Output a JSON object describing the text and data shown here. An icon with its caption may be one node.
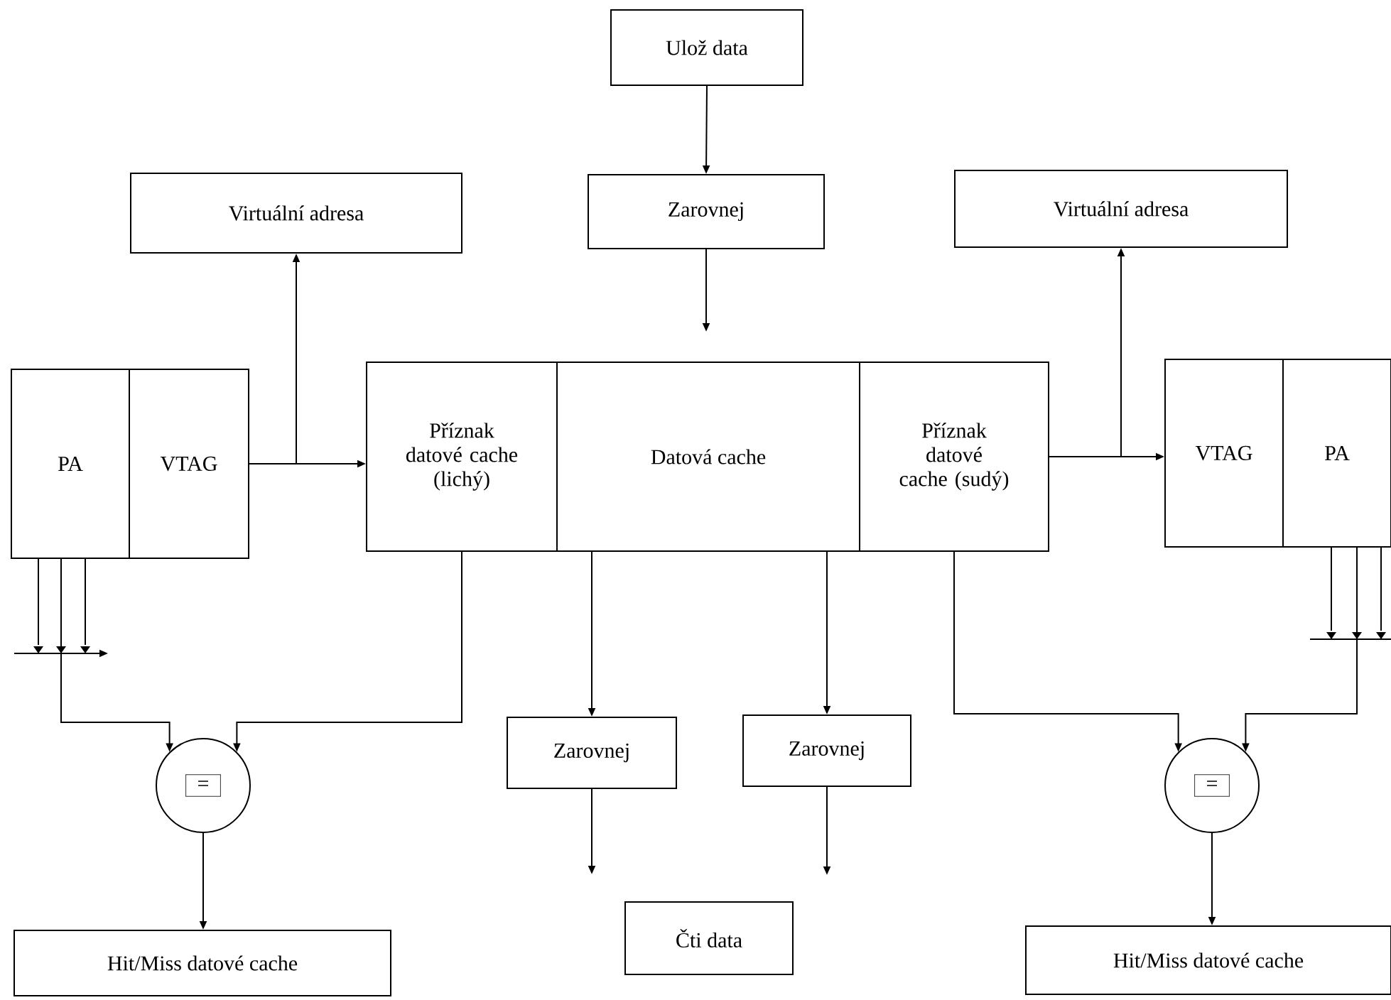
{
  "diagram": {
    "nodes": [
      {
        "text": [
          "Ulož data"
        ]
      },
      {
        "text": [
          "Zarovnej"
        ]
      },
      {
        "text": [
          "Virtuální adresa"
        ]
      },
      {
        "text": [
          "Virtuální adresa"
        ]
      },
      {
        "text": [
          "PA"
        ]
      },
      {
        "text": [
          "VTAG"
        ]
      },
      {
        "text": [
          "Příznak datové cache (lichý)"
        ]
      },
      {
        "text": [
          "Datová cache"
        ]
      },
      {
        "text": [
          "Příznak datové cache (sudý)"
        ]
      },
      {
        "text": [
          "VTAG"
        ]
      },
      {
        "text": [
          "PA"
        ]
      },
      {
        "text": [
          "="
        ]
      },
      {
        "text": [
          "="
        ]
      },
      {
        "text": [
          "Zarovnej"
        ]
      },
      {
        "text": [
          "Zarovnej"
        ]
      },
      {
        "text": [
          "Hit/Miss datové cache"
        ]
      },
      {
        "text": [
          "Čti data"
        ]
      },
      {
        "text": [
          "Hit/Miss datové cache"
        ]
      }
    ],
    "edges": [
      {
        "from": 0,
        "to": 1,
        "arrow": "to"
      },
      {
        "from": 1,
        "to": null,
        "arrow": "to"
      },
      {
        "from": 5,
        "to": 2,
        "arrow": "to"
      },
      {
        "from": 5,
        "to": 6,
        "arrow": "to"
      },
      {
        "from": 8,
        "to": 3,
        "arrow": "to"
      },
      {
        "from": 8,
        "to": 9,
        "arrow": "to"
      },
      {
        "from": 4,
        "to": 11,
        "arrow": "to"
      },
      {
        "from": 6,
        "to": 11,
        "arrow": "to"
      },
      {
        "from": 10,
        "to": 12,
        "arrow": "to"
      },
      {
        "from": 8,
        "to": 12,
        "arrow": "to"
      },
      {
        "from": 11,
        "to": 15,
        "arrow": "to"
      },
      {
        "from": 12,
        "to": 17,
        "arrow": "to"
      },
      {
        "from": 7,
        "to": 13,
        "arrow": "to"
      },
      {
        "from": 7,
        "to": 14,
        "arrow": "to"
      },
      {
        "from": 13,
        "to": null,
        "arrow": "to"
      },
      {
        "from": 14,
        "to": null,
        "arrow": "to"
      }
    ]
  }
}
